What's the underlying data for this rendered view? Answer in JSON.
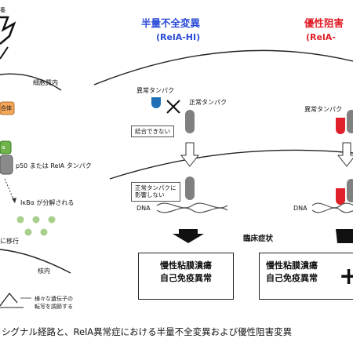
{
  "left_panel": {
    "cytoplasm_label": "細胞質内",
    "complex_label": "合体",
    "alpha_label": "α",
    "protein_label": "p50 または RelA タンパク",
    "ikb_label": "IκBα が分解される",
    "migrate_label": "に移行",
    "nucleus_label": "核内",
    "gene_label_line1": "様々な遺伝子の",
    "gene_label_line2": "転写を調節する"
  },
  "hi_panel": {
    "title": "半量不全変異",
    "subtitle": "(RelA-HI)",
    "abnormal_protein": "異常タンパク",
    "normal_protein": "正常タンパク",
    "cannot_bind": "結合できない",
    "no_effect_line1": "正常タンパクに",
    "no_effect_line2": "影響しない",
    "dna_label": "DNA",
    "result_line1": "慢性粘膜潰瘍",
    "result_line2": "自己免疫異常"
  },
  "dn_panel": {
    "title": "優性阻害",
    "subtitle": "(RelA-",
    "abnormal_protein": "異常タンパク",
    "dna_label": "DNA",
    "result_line1": "慢性粘膜潰瘍",
    "result_line2": "自己免疫異常",
    "plus": "+"
  },
  "clinical_label": "臨床症状",
  "caption": "シグナル経路と、RelA異常症における半量不全変異および優性阻害変異",
  "colors": {
    "blue_title": "#2a4bd7",
    "red_title": "#e0202a",
    "abnormal_blue": "#1f6fb5",
    "abnormal_red": "#e0202a",
    "normal_gray": "#808080",
    "orange_complex": "#f2a65a",
    "green": "#6fb24a",
    "light_green": "#a8d08d"
  }
}
